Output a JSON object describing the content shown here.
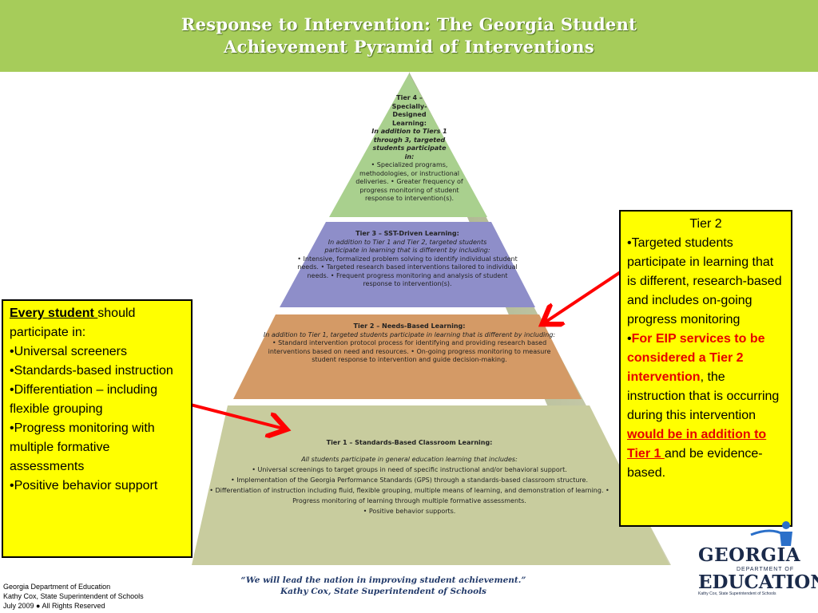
{
  "banner": {
    "title_line1": "Response to Intervention: The Georgia Student",
    "title_line2": "Achievement Pyramid of Interventions"
  },
  "colors": {
    "banner": "#a6cc5a",
    "tier4": "#a9d08e",
    "tier3": "#8e8ec9",
    "tier2": "#d49a66",
    "tier1": "#c8cc9e",
    "callout_bg": "#ffff00",
    "arrow": "#ff0000",
    "emphasis": "#e60000"
  },
  "tiers": {
    "tier4": {
      "heading": "Tier 4 – Specially-Designed Learning:",
      "intro": "In addition to Tiers 1 through 3, targeted students participate in:",
      "body": "• Specialized programs, methodologies, or instructional deliveries. • Greater frequency of progress monitoring of student response to intervention(s)."
    },
    "tier3": {
      "heading": "Tier 3 – SST-Driven Learning:",
      "intro": "In addition to Tier 1 and Tier 2, targeted students participate in learning that is different by including:",
      "body": "• Intensive, formalized problem solving to identify individual student needs. • Targeted research based interventions tailored to individual needs. • Frequent progress monitoring and analysis of student response to intervention(s)."
    },
    "tier2": {
      "heading": "Tier 2 – Needs-Based Learning:",
      "intro": "In addition to Tier 1, targeted students participate in learning that is different by including:",
      "body": "• Standard intervention protocol process for identifying and providing research based interventions based on need and resources. • On-going progress monitoring to measure student response to intervention and guide decision-making."
    },
    "tier1": {
      "heading": "Tier 1 – Standards-Based Classroom Learning:",
      "intro": "All students participate in general education learning that includes:",
      "bullets": [
        "• Universal screenings to target groups in need of specific instructional and/or behavioral support.",
        "• Implementation of the Georgia Performance Standards (GPS) through a standards-based classroom structure.",
        "• Differentiation of instruction including fluid, flexible grouping, multiple means of learning, and demonstration of learning. • Progress monitoring of learning through multiple formative assessments.",
        "• Positive behavior supports."
      ]
    }
  },
  "left_box": {
    "lead_underlined": "Every student ",
    "lead_rest": "should participate in:",
    "items": [
      "•Universal  screeners",
      "•Standards-based instruction",
      "•Differentiation – including flexible grouping",
      "•Progress monitoring with multiple formative assessments",
      "•Positive behavior support"
    ]
  },
  "right_box": {
    "title": "Tier 2",
    "bullet1": "•Targeted students participate in learning that is different, research-based and includes on-going progress monitoring",
    "bullet2_prefix": "•",
    "bullet2_red": "For EIP services to be considered a Tier 2 intervention",
    "bullet2_mid": ", the instruction that is occurring during this intervention ",
    "bullet2_red_u": "would be in addition to Tier 1 ",
    "bullet2_end": "and be evidence-based."
  },
  "footer": {
    "line1": "Georgia Department of Education",
    "line2": "Kathy Cox, State Superintendent of Schools",
    "line3": "July 2009 ● All Rights Reserved",
    "quote1": "“We will lead the nation in improving student achievement.”",
    "quote2": "Kathy Cox, State Superintendent of Schools"
  },
  "logo": {
    "georgia": "GEORGIA",
    "dept": "DEPARTMENT OF",
    "education": "EDUCATION",
    "tagline": "Kathy Cox, State Superintendent of Schools"
  }
}
